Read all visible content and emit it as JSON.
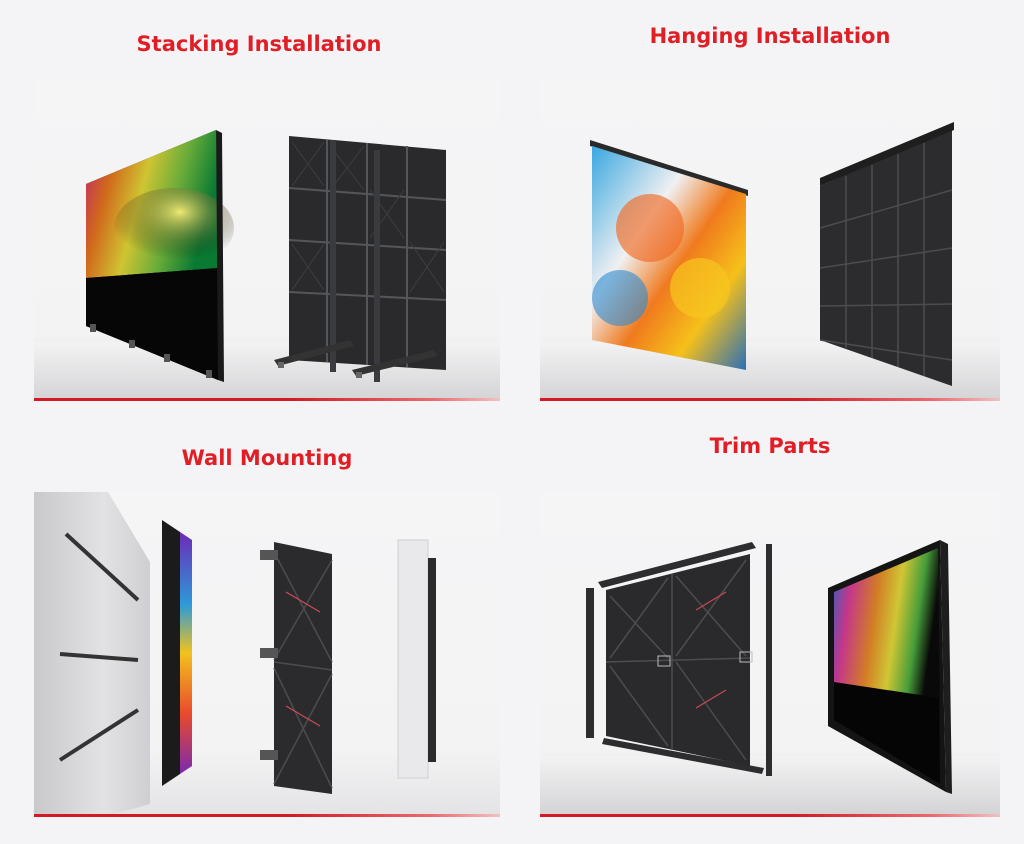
{
  "sections": [
    {
      "title": "Stacking Installation"
    },
    {
      "title": "Hanging Installation"
    },
    {
      "title": "Wall Mounting"
    },
    {
      "title": "Trim Parts"
    }
  ],
  "colors": {
    "title_red": "#e01e26",
    "accent_line": "#d31a22",
    "panel_bg": "#f5f5f6",
    "cabinet": "#2a2a2d"
  }
}
